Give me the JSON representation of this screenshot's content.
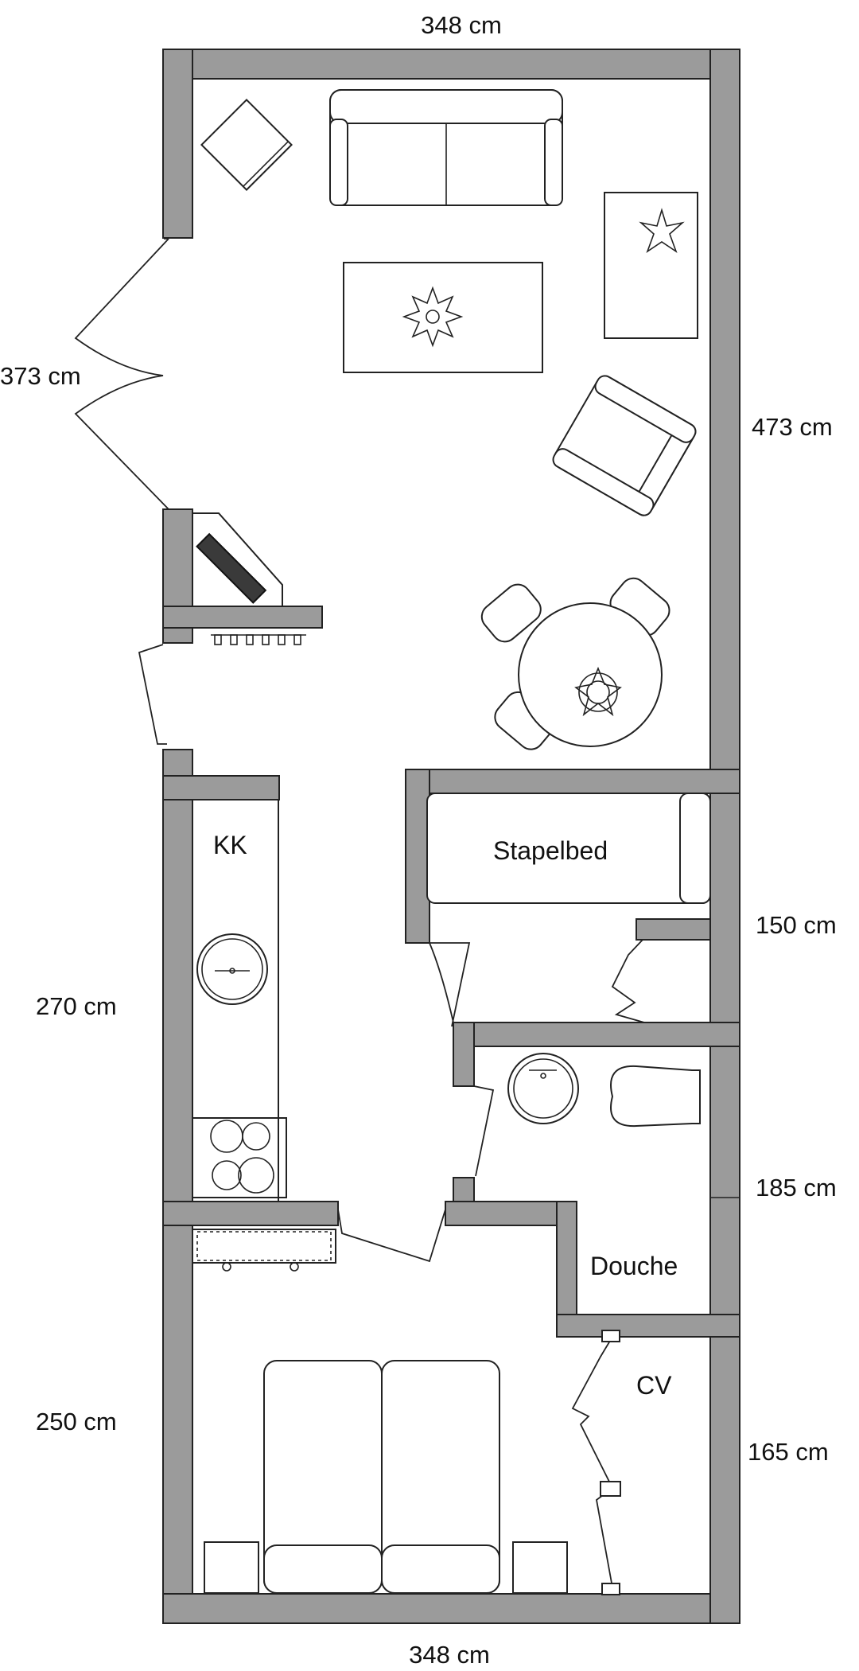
{
  "dimensions": {
    "top": "348 cm",
    "bottom": "348 cm",
    "left_living": "373 cm",
    "left_kitchen": "270 cm",
    "left_bedroom": "250 cm",
    "right_living": "473 cm",
    "right_bunk": "150 cm",
    "right_bath": "185 cm",
    "right_cv": "165 cm"
  },
  "rooms": {
    "kitchen": "KK",
    "bunk_bed": "Stapelbed",
    "shower": "Douche",
    "boiler": "CV"
  },
  "colors": {
    "wall": "#9b9b9b",
    "line": "#222222",
    "background": "#ffffff"
  }
}
